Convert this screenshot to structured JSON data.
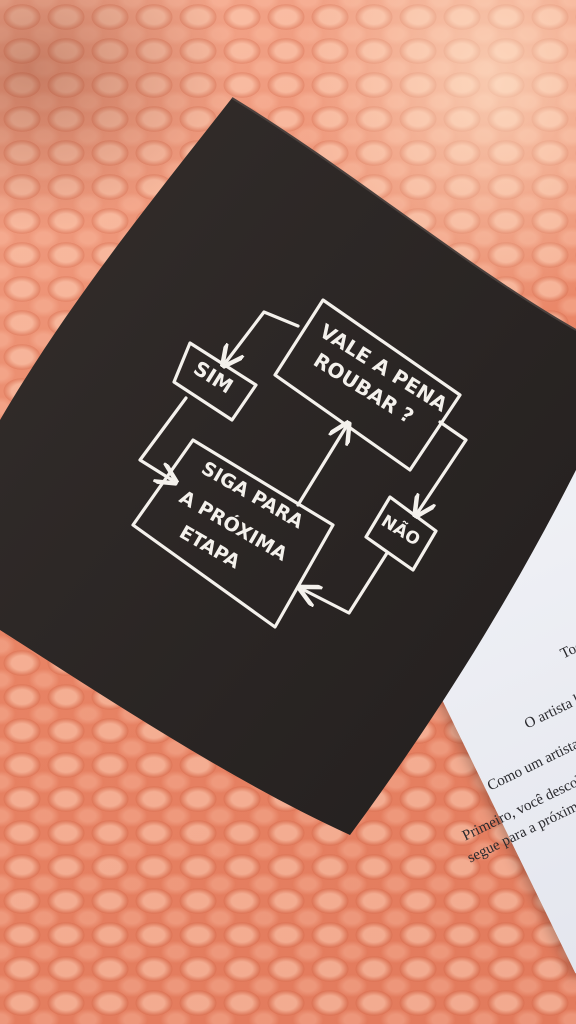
{
  "flowchart": {
    "question": [
      "VALE A PENA",
      "ROUBAR ?"
    ],
    "yes": "SIM",
    "no": "NÃO",
    "next": [
      "SIGA PARA",
      "A PRÓXIMA",
      "ETAPA"
    ]
  },
  "right_page": {
    "line1": "Tod",
    "line2": "O artista ho",
    "line3": "Como um artista olh",
    "line4": "Primeiro, você descobre o",
    "line5": "segue para a próxima etapa."
  },
  "colors": {
    "blanket": "#e98a6c",
    "dark_page": "#2b2625",
    "chalk": "#f4f1ec",
    "white_page": "#eef0f5"
  }
}
